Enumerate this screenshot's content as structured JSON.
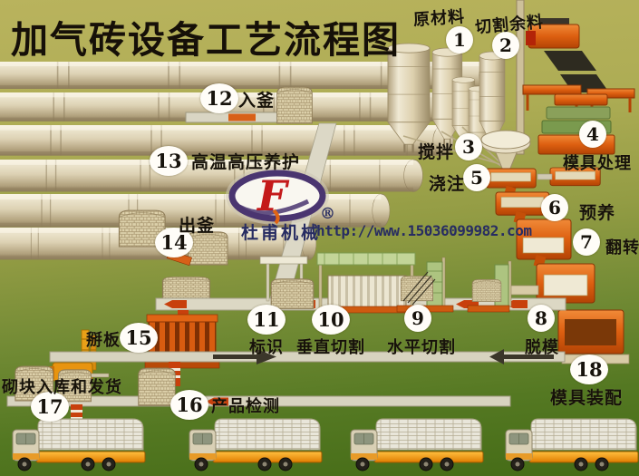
{
  "title": "加气砖设备工艺流程图",
  "logo": {
    "company": "杜甫机械",
    "registered": "®",
    "monogram": "F",
    "url": "http://www.15036099982.com"
  },
  "steps": [
    {
      "number": "1",
      "label": "原材料"
    },
    {
      "number": "2",
      "label": "切割余料"
    },
    {
      "number": "3",
      "label": "搅拌"
    },
    {
      "number": "4",
      "label": "模具处理"
    },
    {
      "number": "5",
      "label": "浇注"
    },
    {
      "number": "6",
      "label": "预养"
    },
    {
      "number": "7",
      "label": "翻转"
    },
    {
      "number": "8",
      "label": "脱模"
    },
    {
      "number": "9",
      "label": "水平切割"
    },
    {
      "number": "10",
      "label": "垂直切割"
    },
    {
      "number": "11",
      "label": "标识"
    },
    {
      "number": "12",
      "label": "入釜"
    },
    {
      "number": "13",
      "label": "高温高压养护"
    },
    {
      "number": "14",
      "label": "出釜"
    },
    {
      "number": "15",
      "label": "掰板"
    },
    {
      "number": "16",
      "label": "产品检测"
    },
    {
      "number": "17",
      "label": "砌块入库和发货"
    },
    {
      "number": "18",
      "label": "模具装配"
    }
  ],
  "colors": {
    "background_top": "#b9b35d",
    "background_bottom": "#446b16",
    "title_text": "#161008",
    "badge_fill": "#fffdf8",
    "badge_text": "#17130c",
    "brand_navy": "#272c62",
    "logo_ring_purple": "#4a3570",
    "logo_letter_red": "#c41a1a",
    "machine_orange": "#dd5f10",
    "conveyor_gray": "#d9d5c3",
    "arrow_red": "#c8400c",
    "brick_tan": "#ddd1ab",
    "cutter_green": "#b5cb8c"
  }
}
